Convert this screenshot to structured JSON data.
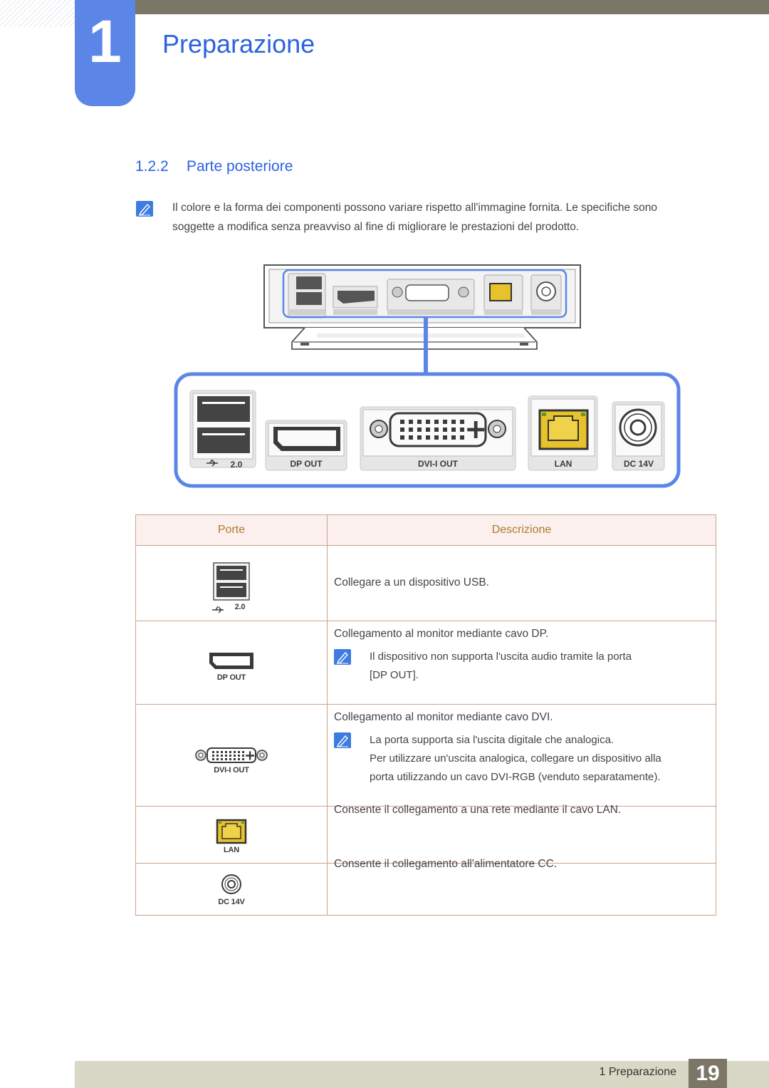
{
  "chapter": {
    "number": "1",
    "title": "Preparazione"
  },
  "section": {
    "number": "1.2.2",
    "title": "Parte posteriore"
  },
  "note": {
    "icon": "note-pencil-icon",
    "lines": [
      "Il colore e la forma dei componenti possono variare rispetto all'immagine fornita. Le specifiche sono",
      "soggette a modifica senza preavviso al fine di migliorare le prestazioni del prodotto."
    ]
  },
  "diagram": {
    "labels": {
      "usb": "2.0",
      "dp": "DP OUT",
      "dvi": "DVI-I OUT",
      "lan": "LAN",
      "dc": "DC 14V"
    },
    "accent_color": "#5b86e8"
  },
  "table": {
    "headers": {
      "port": "Porte",
      "description": "Descrizione"
    },
    "rows": [
      {
        "port_label": "2.0",
        "lines": [
          "Collegare a un dispositivo USB."
        ]
      },
      {
        "port_label": "DP OUT",
        "lines": [
          "Collegamento al monitor mediante cavo DP."
        ],
        "note": [
          "Il dispositivo non supporta l'uscita audio tramite la porta",
          "[DP OUT]."
        ]
      },
      {
        "port_label": "DVI-I OUT",
        "lines": [
          "Collegamento al monitor mediante cavo DVI."
        ],
        "note": [
          "La porta supporta sia l'uscita digitale che analogica.",
          "Per utilizzare un'uscita analogica, collegare un dispositivo alla",
          "porta utilizzando un cavo DVI-RGB (venduto separatamente)."
        ]
      },
      {
        "port_label": "LAN",
        "lines": [
          "Consente il collegamento a una rete mediante il cavo LAN."
        ]
      },
      {
        "port_label": "DC 14V",
        "lines": [
          "Consente il collegamento all'alimentatore CC."
        ]
      }
    ]
  },
  "footer": {
    "label": "1 Preparazione",
    "page": "19"
  }
}
